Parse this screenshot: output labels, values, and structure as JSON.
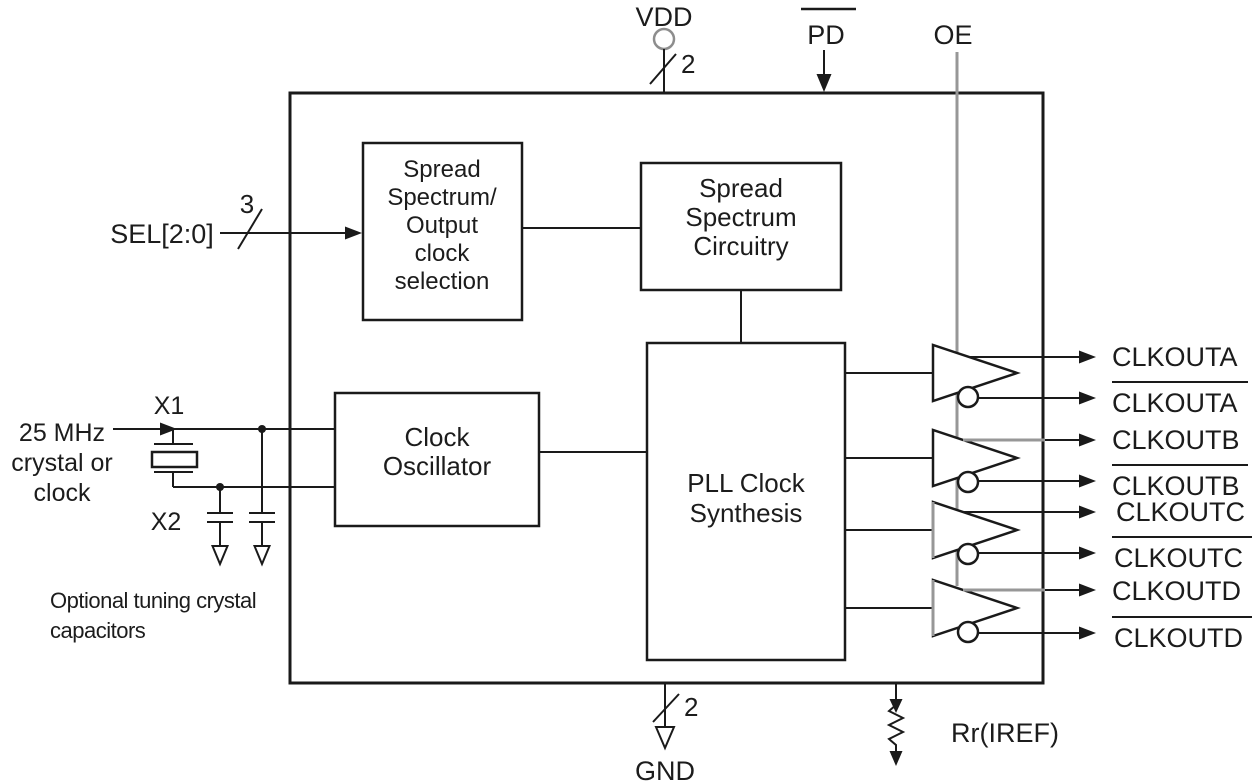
{
  "pins": {
    "vdd": {
      "label": "VDD",
      "bus_width": "2"
    },
    "pd": {
      "label": "PD",
      "active_low": true
    },
    "oe": {
      "label": "OE"
    },
    "sel": {
      "label": "SEL[2:0]",
      "bus_width": "3"
    },
    "x1": {
      "label": "X1"
    },
    "x2": {
      "label": "X2"
    },
    "gnd": {
      "label": "GND",
      "bus_width": "2"
    },
    "iref": {
      "label": "Rr(IREF)"
    }
  },
  "annotations": {
    "clock_source": {
      "lines": [
        "25 MHz",
        "crystal or",
        "clock"
      ]
    },
    "cap_note": {
      "lines": [
        "Optional tuning crystal",
        "capacitors"
      ]
    }
  },
  "blocks": {
    "ss_sel": {
      "lines": [
        "Spread",
        "Spectrum/",
        "Output",
        "clock",
        "selection"
      ]
    },
    "ss_circ": {
      "lines": [
        "Spread",
        "Spectrum",
        "Circuitry"
      ]
    },
    "osc": {
      "lines": [
        "Clock",
        "Oscillator"
      ]
    },
    "pll": {
      "lines": [
        "PLL Clock",
        "Synthesis"
      ]
    }
  },
  "outputs": [
    {
      "label": "CLKOUTA",
      "inverted": false
    },
    {
      "label": "CLKOUTA",
      "inverted": true
    },
    {
      "label": "CLKOUTB",
      "inverted": false
    },
    {
      "label": "CLKOUTB",
      "inverted": true
    },
    {
      "label": "CLKOUTC",
      "inverted": false
    },
    {
      "label": "CLKOUTC",
      "inverted": true
    },
    {
      "label": "CLKOUTD",
      "inverted": false
    },
    {
      "label": "CLKOUTD",
      "inverted": true
    }
  ],
  "colors": {
    "line": "#1a1a1a",
    "enable_line": "#979797",
    "background": "#ffffff"
  }
}
